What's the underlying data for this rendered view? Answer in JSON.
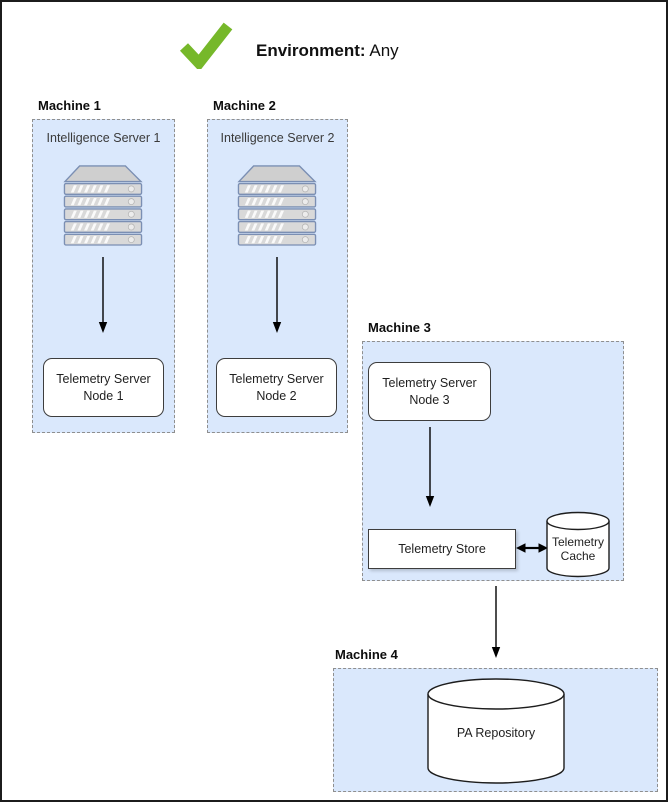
{
  "header": {
    "check_icon": "green-checkmark",
    "title_bold": "Environment:",
    "title_regular": "Any"
  },
  "machine1": {
    "label": "Machine 1",
    "server_title": "Intelligence Server 1",
    "server_icon": "server-rack",
    "node_line1": "Telemetry Server",
    "node_line2": "Node 1"
  },
  "machine2": {
    "label": "Machine 2",
    "server_title": "Intelligence Server 2",
    "server_icon": "server-rack",
    "node_line1": "Telemetry Server",
    "node_line2": "Node 2"
  },
  "machine3": {
    "label": "Machine 3",
    "node_line1": "Telemetry Server",
    "node_line2": "Node 3",
    "store_label": "Telemetry Store",
    "cache_icon": "database-cylinder",
    "cache_line1": "Telemetry",
    "cache_line2": "Cache"
  },
  "machine4": {
    "label": "Machine 4",
    "repository_icon": "database-cylinder",
    "repository_label": "PA Repository"
  },
  "colors": {
    "accent_green": "#76b82a",
    "machine_fill": "#dae8fc",
    "machine_border": "#8f8f8f",
    "shape_fill": "#ffffff",
    "shape_border": "#3d3d3d",
    "server_icon_stroke": "#7b8fb3",
    "server_icon_fill": "#d9d9d9"
  }
}
